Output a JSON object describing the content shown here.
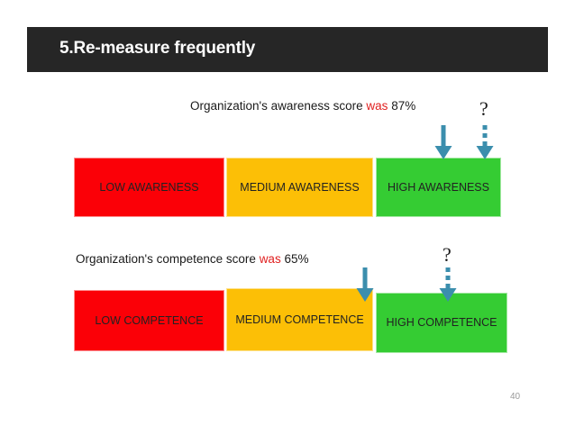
{
  "slide": {
    "header": {
      "title": "5.Re-measure frequently",
      "background_color": "#262626",
      "text_color": "#ffffff"
    },
    "page_number": "40",
    "highlight_color": "#e02020",
    "arrow_color": "#3b8ead"
  },
  "rows": [
    {
      "id": "awareness",
      "caption": {
        "before": "Organization's awareness score ",
        "highlight": "was",
        "after": " 87%"
      },
      "segments": [
        {
          "label": "LOW AWARENESS",
          "color": "#fb0007",
          "level": "low"
        },
        {
          "label": "MEDIUM AWARENESS",
          "color": "#fcbf06",
          "level": "medium"
        },
        {
          "label": "HIGH AWARENESS",
          "color": "#35cc33",
          "level": "high"
        }
      ],
      "markers": {
        "current_arrow": "solid-down-arrow",
        "target_arrow": "dotted-down-arrow",
        "question_mark": "?"
      }
    },
    {
      "id": "competence",
      "caption": {
        "before": "Organization's competence score ",
        "highlight": "was",
        "after": " 65%"
      },
      "segments": [
        {
          "label": "LOW COMPETENCE",
          "color": "#fb0007",
          "level": "low"
        },
        {
          "label": "MEDIUM COMPETENCE",
          "color": "#fcbf06",
          "level": "medium"
        },
        {
          "label": "HIGH COMPETENCE",
          "color": "#35cc33",
          "level": "high"
        }
      ],
      "markers": {
        "current_arrow": "solid-down-arrow",
        "target_arrow": "dotted-down-arrow",
        "question_mark": "?"
      }
    }
  ]
}
